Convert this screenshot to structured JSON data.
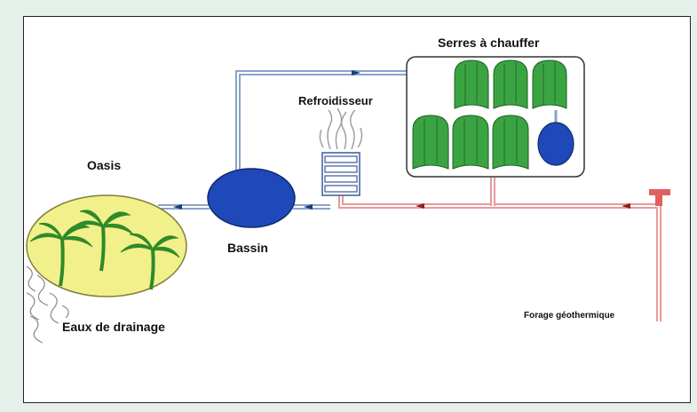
{
  "labels": {
    "oasis": "Oasis",
    "bassin": "Bassin",
    "serres": "Serres à chauffer",
    "refroidisseur": "Refroidisseur",
    "drainage": "Eaux de drainage",
    "forage": "Forage géothermique"
  },
  "colors": {
    "cold_pipe": "#8aa4c8",
    "hot_pipe": "#e79a9a",
    "greenhouse": "#3aa442",
    "pool": "#1f49b8",
    "oasis_fill": "#f2f08a",
    "palm": "#2f8a2a",
    "frame_bg": "#e4f0e9"
  }
}
